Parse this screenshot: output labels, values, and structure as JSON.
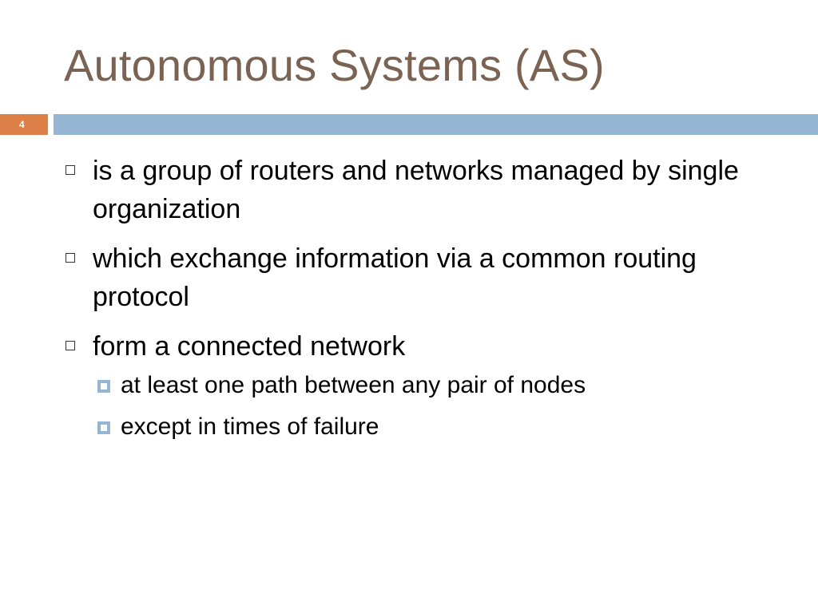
{
  "slide": {
    "title": "Autonomous Systems (AS)",
    "number": "4",
    "colors": {
      "title": "#7a6352",
      "number_badge": "#dd8047",
      "accent_bar": "#94b6d2",
      "text": "#000000"
    },
    "bullets": [
      {
        "text": "is a group of routers and networks managed by single organization"
      },
      {
        "text": "which exchange information via a common routing protocol"
      },
      {
        "text": "form a connected network",
        "sub_bullets": [
          {
            "text": "at least one path between any pair of nodes"
          },
          {
            "text": "except in times of failure"
          }
        ]
      }
    ]
  }
}
